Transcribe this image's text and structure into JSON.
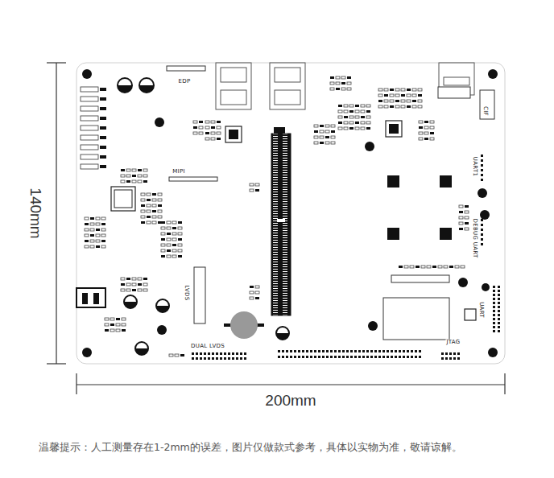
{
  "diagram": {
    "caption": "温馨提示：人工测量存在1-2mm的误差，图片仅做款式参考，具体以实物为准，敬请谅解。",
    "labels": [
      "EDP",
      "MIPI",
      "LVDS",
      "DUAL LVDS",
      "CIF",
      "UART1",
      "DEBUG UART",
      "UART",
      "JTAG",
      "140mm",
      "200mm"
    ]
  }
}
